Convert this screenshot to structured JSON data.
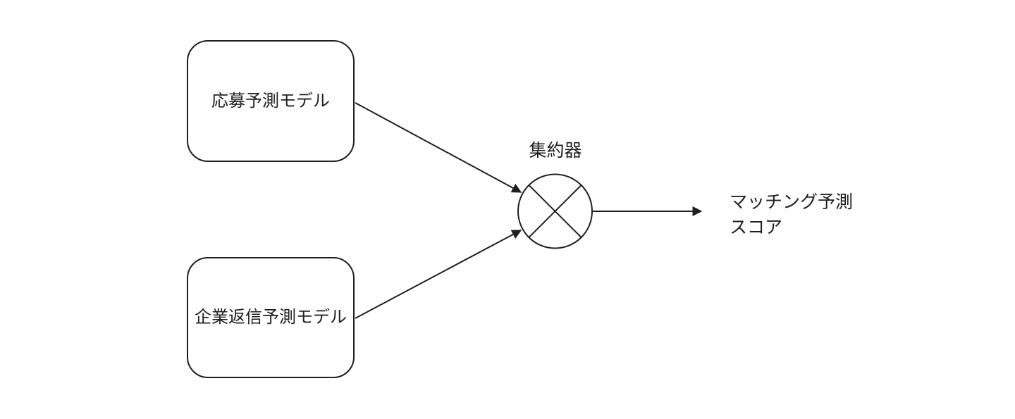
{
  "diagram": {
    "nodes": {
      "application_model": {
        "label": "応募予測モデル",
        "shape": "rounded-rectangle"
      },
      "company_reply_model": {
        "label": "企業返信予測モデル",
        "shape": "rounded-rectangle"
      },
      "aggregator": {
        "label": "集約器",
        "shape": "crossed-circle"
      },
      "output": {
        "lines": [
          "マッチング予測",
          "スコア"
        ]
      }
    },
    "edges": [
      {
        "from": "application_model",
        "to": "aggregator"
      },
      {
        "from": "company_reply_model",
        "to": "aggregator"
      },
      {
        "from": "aggregator",
        "to": "output"
      }
    ],
    "colors": {
      "stroke": "#1f1f1f",
      "text": "#1f1f1f",
      "background": "#ffffff"
    }
  }
}
